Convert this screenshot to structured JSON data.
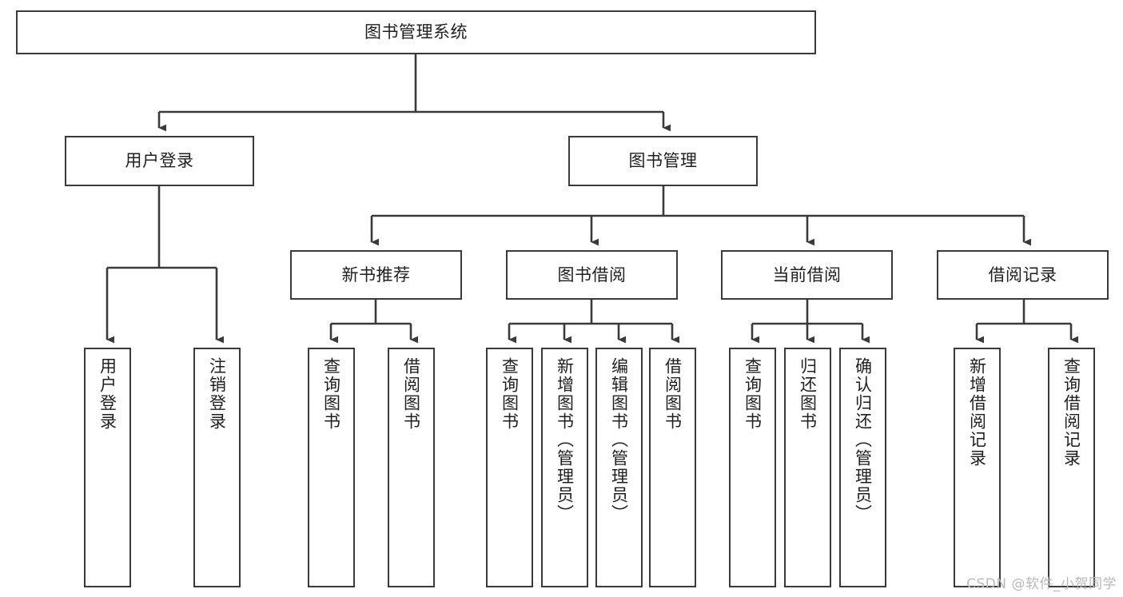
{
  "diagram": {
    "title": "图书管理系统",
    "watermark": "CSDN @软件_小贺同学",
    "colors": {
      "box_border": "#3a3a3a",
      "box_fill": "#ffffff",
      "edge": "#3a3a3a",
      "text": "#1f1f1f",
      "watermark": "#b9b9b9",
      "background": "#ffffff"
    },
    "nodes": {
      "root": {
        "label": "图书管理系统"
      },
      "level2": [
        {
          "id": "user-login",
          "label": "用户登录"
        },
        {
          "id": "book-manage",
          "label": "图书管理"
        }
      ],
      "level3": [
        {
          "id": "new-book-recommend",
          "label": "新书推荐"
        },
        {
          "id": "book-borrow",
          "label": "图书借阅"
        },
        {
          "id": "current-borrow",
          "label": "当前借阅"
        },
        {
          "id": "borrow-record",
          "label": "借阅记录"
        }
      ],
      "leaves": {
        "user-login": [
          {
            "id": "leaf-user-login",
            "label": "用户登录"
          },
          {
            "id": "leaf-logout",
            "label": "注销登录"
          }
        ],
        "new-book-recommend": [
          {
            "id": "leaf-query-book-1",
            "label": "查询图书"
          },
          {
            "id": "leaf-borrow-book-1",
            "label": "借阅图书"
          }
        ],
        "book-borrow": [
          {
            "id": "leaf-query-book-2",
            "label": "查询图书"
          },
          {
            "id": "leaf-add-book",
            "label": "新增图书（管理员）"
          },
          {
            "id": "leaf-edit-book",
            "label": "编辑图书（管理员）"
          },
          {
            "id": "leaf-borrow-book-2",
            "label": "借阅图书"
          }
        ],
        "current-borrow": [
          {
            "id": "leaf-query-book-3",
            "label": "查询图书"
          },
          {
            "id": "leaf-return-book",
            "label": "归还图书"
          },
          {
            "id": "leaf-confirm-return",
            "label": "确认归还（管理员）"
          }
        ],
        "borrow-record": [
          {
            "id": "leaf-add-record",
            "label": "新增借阅记录"
          },
          {
            "id": "leaf-query-record",
            "label": "查询借阅记录"
          }
        ]
      }
    }
  }
}
